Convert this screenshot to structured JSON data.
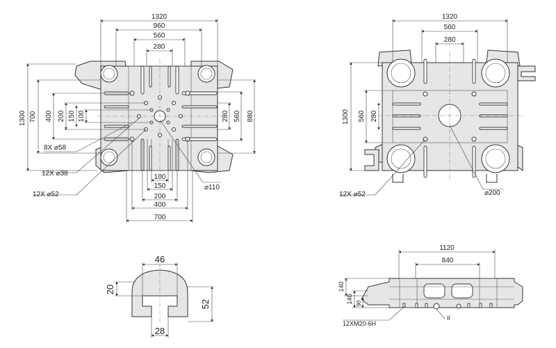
{
  "view1": {
    "dims": {
      "top1320": "1320",
      "top960": "960",
      "top560": "560",
      "top280": "280",
      "left1300": "1300",
      "left700": "700",
      "left400": "400",
      "left200": "200",
      "left150": "150",
      "left100": "100",
      "right280": "280",
      "right560": "560",
      "right880": "880",
      "bot100": "100",
      "bot150": "150",
      "bot200": "200",
      "bot400": "400",
      "bot700": "700"
    },
    "callouts": {
      "c8x58": "8X ⌀58",
      "c12x38": "12X ⌀38",
      "c12x52": "12X ⌀52",
      "c110": "⌀110"
    }
  },
  "view2": {
    "dims": {
      "top1320": "1320",
      "top560": "560",
      "top280": "280",
      "left1300": "1300",
      "left560": "560",
      "left280": "280"
    },
    "callouts": {
      "c12x52": "12X ⌀52",
      "c200": "⌀200"
    }
  },
  "view3": {
    "dims": {
      "top46": "46",
      "left20": "20",
      "right52": "52",
      "bot28": "28"
    }
  },
  "view4": {
    "dims": {
      "top1120": "1120",
      "top840": "840",
      "left140a": "140",
      "left140b": "140",
      "left90": "90"
    },
    "callouts": {
      "thread": "12XM20-6H",
      "ref": "II"
    }
  }
}
